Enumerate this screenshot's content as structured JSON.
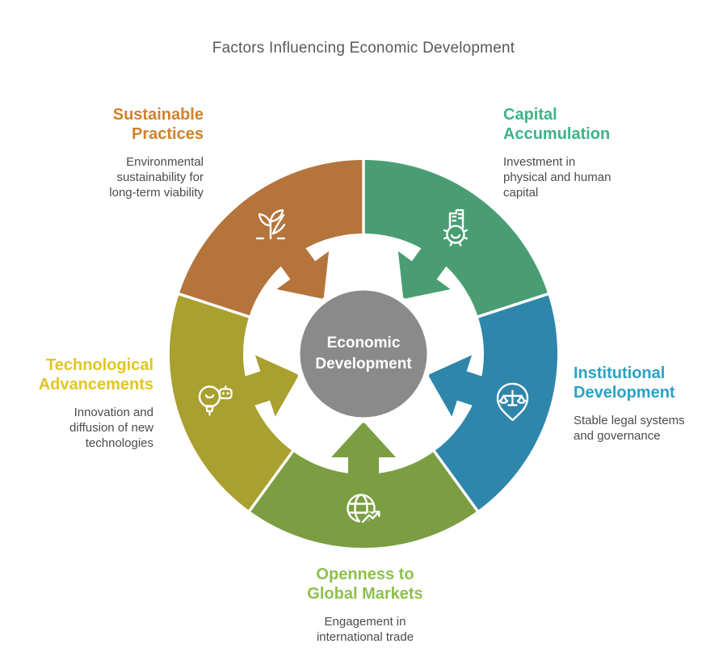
{
  "title": "Factors Influencing Economic Development",
  "colors": {
    "background": "#ffffff",
    "divider": "#ffffff",
    "title_text": "#58595b",
    "description_text": "#4b4b4b"
  },
  "center": {
    "label": "Economic\nDevelopment",
    "color": "#8a8a8a",
    "text_color": "#ffffff"
  },
  "segments": [
    {
      "id": "sustainable-practices",
      "title": "Sustainable\nPractices",
      "description": "Environmental\nsustainability for\nlong-term viability",
      "color": "#b4743c",
      "title_color": "#d0812d",
      "icon": "sprout-hand-icon",
      "mid_angle": 234
    },
    {
      "id": "capital-accumulation",
      "title": "Capital\nAccumulation",
      "description": "Investment in\nphysical and human\ncapital",
      "color": "#4a9d73",
      "title_color": "#3cb487",
      "icon": "factory-gear-icon",
      "mid_angle": 306
    },
    {
      "id": "institutional-development",
      "title": "Institutional\nDevelopment",
      "description": "Stable legal systems\nand governance",
      "color": "#2f86ab",
      "title_color": "#2aa2c5",
      "icon": "scales-pin-icon",
      "mid_angle": 18
    },
    {
      "id": "openness-to-global-markets",
      "title": "Openness to\nGlobal Markets",
      "description": "Engagement in\ninternational trade",
      "color": "#7c9e43",
      "title_color": "#8ec04b",
      "icon": "globe-growth-icon",
      "mid_angle": 90
    },
    {
      "id": "technological-advancements",
      "title": "Technological\nAdvancements",
      "description": "Innovation and\ndiffusion of new\ntechnologies",
      "color": "#a9a02f",
      "title_color": "#e2c523",
      "icon": "bulb-bot-icon",
      "mid_angle": 162
    }
  ]
}
